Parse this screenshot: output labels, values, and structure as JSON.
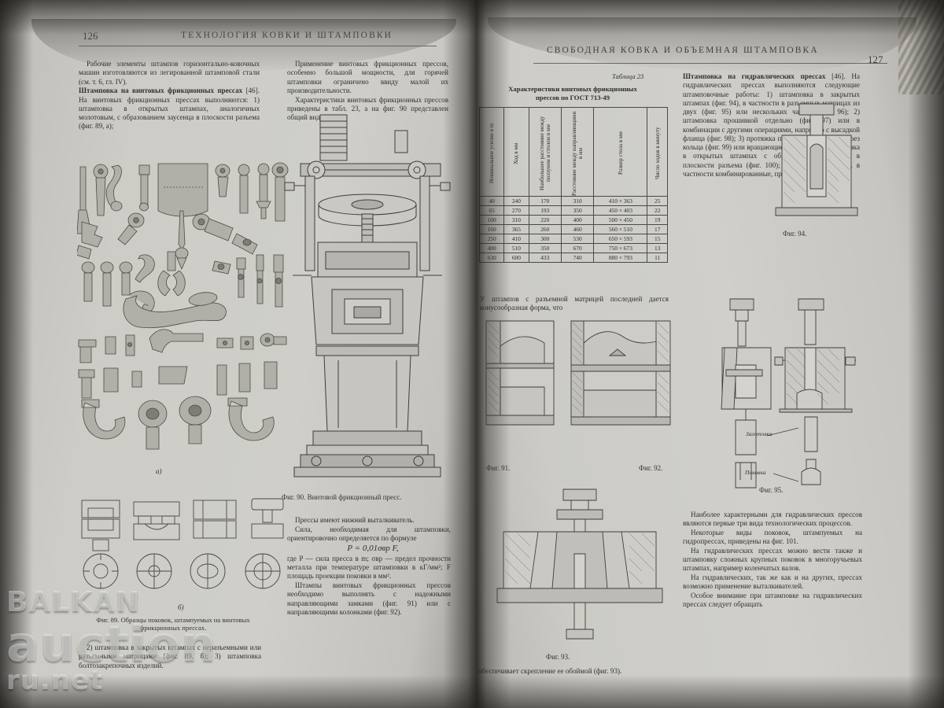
{
  "book": {
    "left_page": {
      "folio": "126",
      "running_head": "ТЕХНОЛОГИЯ КОВКИ И ШТАМПОВКИ",
      "col1": {
        "p1": "Рабочие элементы штампов горизонтально-ковочных машин изготовляются из легированной штамповой стали (см. т. 6, гл. IV).",
        "p2_bold": "Штамповка на винтовых фрикционных прессах",
        "p2": " [46]. На винтовых фрикционных прессах выполняются: 1) штамповка в открытых штампах, аналогичных молотовым, с образованием заусенца в плоскости разъема (фиг. 89, а);",
        "p3": "2) штамповка в закрытых штампах с неразъемными или разъемными матрицами (фиг. 89, б); 3) штамповка болтозакрепочных изделий."
      },
      "col2": {
        "p1": "Применение винтовых фрикционных прессов, особенно большой мощности, для горячей штамповки ограничено ввиду малой их производительности.",
        "p2": "Характеристики винтовых фрикционных прессов приведены в табл. 23, а на фиг. 90 представлен общий вид пресса.",
        "p3": "Прессы имеют нижний выталкиватель.",
        "p4": "Сила, необходимая для штамповки, ориентировочно определяется по формуле",
        "formula": "P = 0,01σвр F,",
        "p5": "где P — сила пресса в m; σвр — предел прочности металла при температуре штамповки в кГ/мм²; F площадь проекции поковки в мм².",
        "p6": "Штампы винтовых фрикционных прессов необходимо выполнять с надежными направляющими замками (фиг. 91) или с направляющими колонками (фиг. 92)."
      },
      "captions": {
        "fig89_a": "а)",
        "fig89_b": "б)",
        "fig89": "Фиг. 89. Образцы поковок, штампуемых на винтовых фрикционных прессах.",
        "fig90": "Фиг. 90. Винтовой фрикционный пресс."
      }
    },
    "right_page": {
      "folio": "127",
      "running_head": "СВОБОДНАЯ КОВКА И ОБЪЕМНАЯ ШТАМПОВКА",
      "table": {
        "number": "Таблица 23",
        "title_line1": "Характеристики винтовых фрикционных",
        "title_line2": "прессов по ГОСТ 713-49",
        "headers": [
          "Номинальное усилие в m",
          "Ход в мм",
          "Наибольшее расстояние между ползуном и столом в мм",
          "Расстояние между направляющими в мм",
          "Размер стола в мм",
          "Число ходов в минуту"
        ],
        "rows": [
          [
            "40",
            "240",
            "170",
            "310",
            "410 × 363",
            "25"
          ],
          [
            "65",
            "270",
            "193",
            "350",
            "450 × 403",
            "22"
          ],
          [
            "100",
            "310",
            "220",
            "400",
            "500 × 450",
            "19"
          ],
          [
            "160",
            "365",
            "260",
            "460",
            "560 × 510",
            "17"
          ],
          [
            "250",
            "410",
            "300",
            "530",
            "650 × 593",
            "15"
          ],
          [
            "400",
            "510",
            "350",
            "670",
            "750 × 673",
            "13"
          ],
          [
            "630",
            "600",
            "433",
            "740",
            "880 × 793",
            "11"
          ]
        ]
      },
      "col1": {
        "p1": "У штампов с разъемной матрицей последней дается конусообразная форма, что",
        "p2": "обеспечивает скрепление ее обоймой (фиг. 93)."
      },
      "col2": {
        "p1_bold": "Штамповка на гидравлических прессах",
        "p1": " [46]. На гидравлических прессах выполняются следующие штамповочные работы: 1) штамповка в закрытых штампах (фиг. 94), в частности в разъемных матрицах из двух (фиг. 95) или нескольких частей (фиг. 96); 2) штамповка прошивкой отдельно (фиг. 97) или в комбинации с другими операциями, например с высадкой фланца (фиг. 98); 3) протяжка прошитых заготовок через кольца (фиг. 99) или вращающиеся ролики; 4) штамповка в открытых штампах с образованием заусенца в плоскости разъема (фиг. 100); 5) некоторые другие, в частности комбинированные, процессы.",
        "p2": "Наиболее характерными для гидравлических прессов являются первые три вида технологических процессов.",
        "p3": "Некоторые виды поковок, штампуемых на гидропрессах, приведены на фиг. 101.",
        "p4": "На гидравлических прессах можно вести также и штамповку сложных крупных поковок в многоручьевых штампах, например коленчатых валов.",
        "p5": "На гидравлических, так же как и на других, прессах возможно применение выталкивателей.",
        "p6": "Особое внимание при штамповке на гидравлических прессах следует обращать"
      },
      "captions": {
        "fig91": "Фиг. 91.",
        "fig92": "Фиг. 92.",
        "fig93": "Фиг. 93.",
        "fig94": "Фиг. 94.",
        "fig95": "Фиг. 95.",
        "billet": "Заготовка",
        "forging": "Поковка"
      }
    }
  },
  "watermark": {
    "line1": "BALKAN",
    "line2": "auction",
    "line3": "ru.net"
  },
  "colors": {
    "paper": "#cfcec8",
    "ink": "#31302c",
    "backdrop": "#3a3834"
  }
}
